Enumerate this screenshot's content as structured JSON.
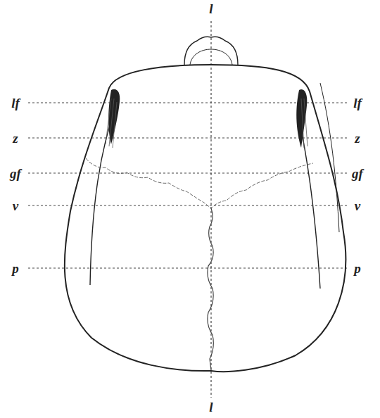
{
  "diagram": {
    "labels": [
      "l",
      "lf",
      "lf",
      "z",
      "z",
      "gf",
      "gf",
      "v",
      "v",
      "p",
      "p",
      "l"
    ]
  }
}
